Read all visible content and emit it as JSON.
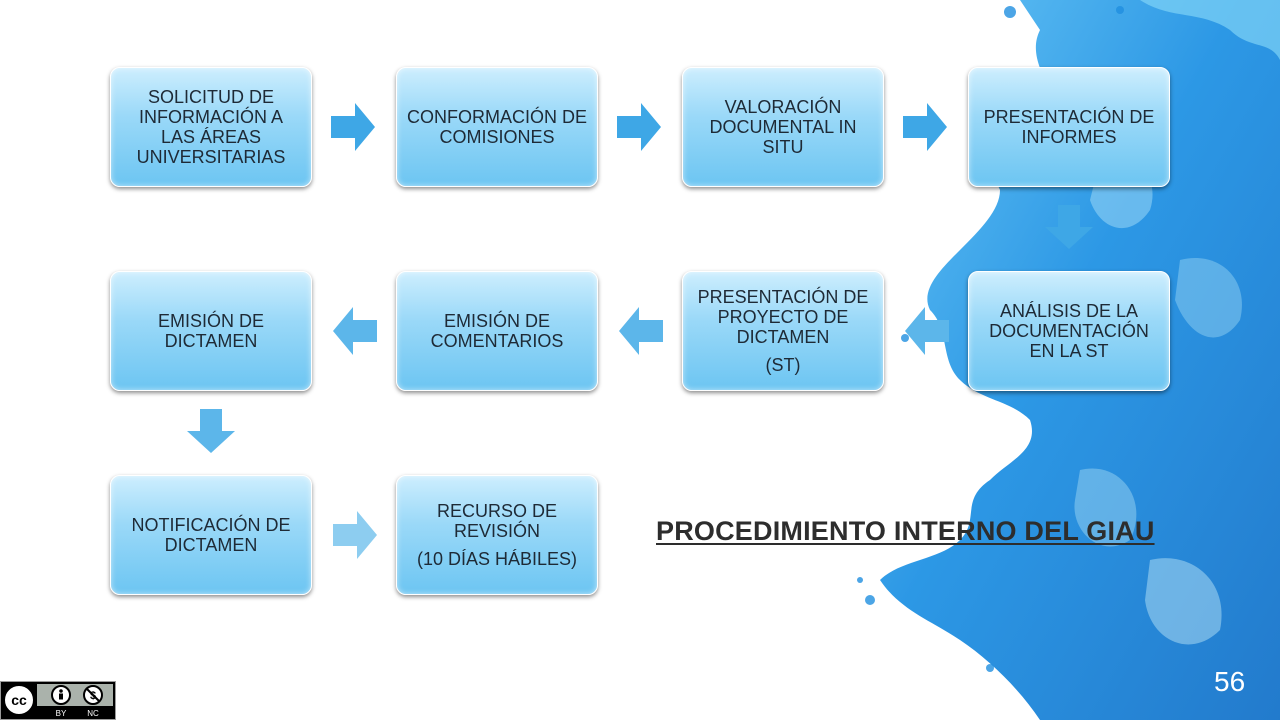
{
  "diagram": {
    "title": "PROCEDIMIENTO INTERNO DEL GIAU",
    "steps": [
      {
        "id": "s1",
        "text": "SOLICITUD DE INFORMACIÓN A LAS ÁREAS UNIVERSITARIAS"
      },
      {
        "id": "s2",
        "text": "CONFORMACIÓN DE COMISIONES"
      },
      {
        "id": "s3",
        "text": "VALORACIÓN DOCUMENTAL IN SITU"
      },
      {
        "id": "s4",
        "text": "PRESENTACIÓN DE INFORMES"
      },
      {
        "id": "s5",
        "text": "ANÁLISIS DE LA DOCUMENTACIÓN EN LA ST"
      },
      {
        "id": "s6",
        "text": "PRESENTACIÓN DE PROYECTO DE DICTAMEN",
        "subtext": "(ST)"
      },
      {
        "id": "s7",
        "text": "EMISIÓN DE COMENTARIOS"
      },
      {
        "id": "s8",
        "text": "EMISIÓN DE DICTAMEN"
      },
      {
        "id": "s9",
        "text": "NOTIFICACIÓN DE DICTAMEN"
      },
      {
        "id": "s10",
        "text": "RECURSO DE REVISIÓN",
        "subtext": "(10 DÍAS HÁBILES)"
      }
    ],
    "flow": [
      [
        "s1",
        "s2"
      ],
      [
        "s2",
        "s3"
      ],
      [
        "s3",
        "s4"
      ],
      [
        "s4",
        "s5"
      ],
      [
        "s5",
        "s6"
      ],
      [
        "s6",
        "s7"
      ],
      [
        "s7",
        "s8"
      ],
      [
        "s8",
        "s9"
      ],
      [
        "s9",
        "s10"
      ]
    ]
  },
  "slide": {
    "page_number": "56"
  },
  "license_badge": {
    "icon": "cc-by-nc-icon",
    "labels": [
      "BY",
      "NC"
    ]
  },
  "colors": {
    "box_light": "#cdeefe",
    "box_dark": "#6cc5f2",
    "arrow": "#3ea7e6",
    "splash": "#1f8fe0",
    "title": "#2d2d2d"
  }
}
